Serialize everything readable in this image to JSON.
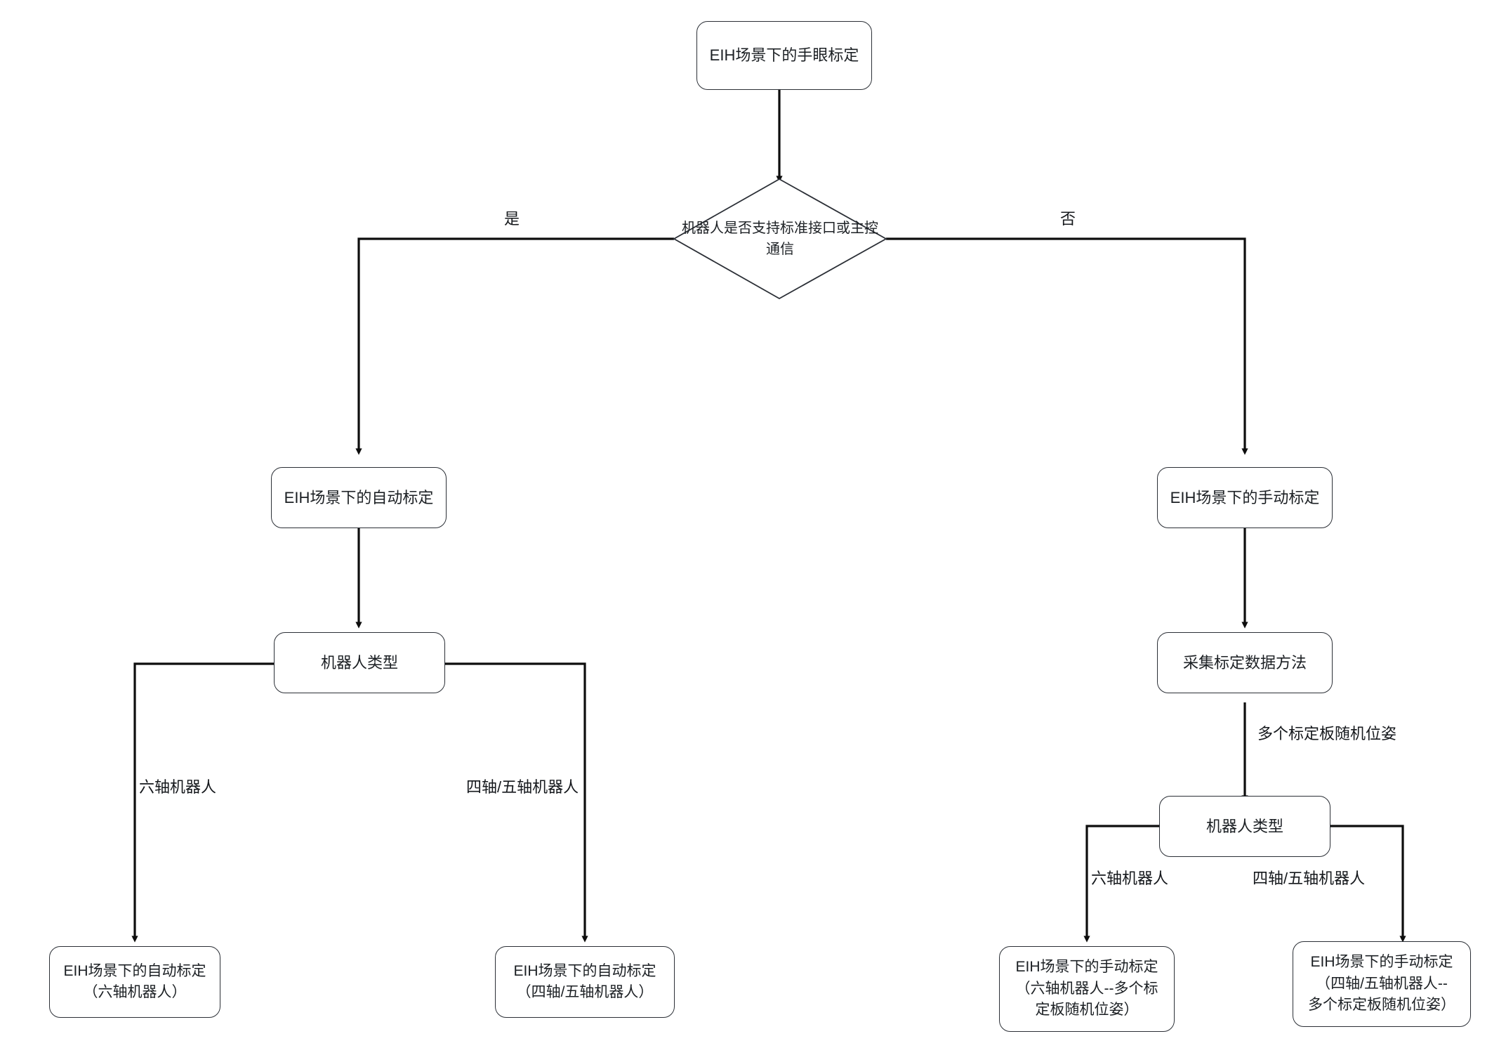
{
  "diagram": {
    "title": "EIH场景下的手眼标定流程图",
    "type": "flowchart",
    "direction": "top-down",
    "colors": {
      "background": "#ffffff",
      "node_stroke": "#2b2f36",
      "edge_stroke": "#0d0d0d",
      "text": "#1c2024"
    }
  },
  "nodes": {
    "start": {
      "id": "start",
      "shape": "rounded-rectangle",
      "label": "EIH场景下的手眼标定"
    },
    "decision": {
      "id": "decision",
      "shape": "diamond",
      "label": "机器人是否支持标准接口或主控\n通信"
    },
    "auto_calib": {
      "id": "auto_calib",
      "shape": "rounded-rectangle",
      "label": "EIH场景下的自动标定"
    },
    "manual_calib": {
      "id": "manual_calib",
      "shape": "rounded-rectangle",
      "label": "EIH场景下的手动标定"
    },
    "robot_type_auto": {
      "id": "robot_type_auto",
      "shape": "rounded-rectangle",
      "label": "机器人类型"
    },
    "collect_method": {
      "id": "collect_method",
      "shape": "rounded-rectangle",
      "label": "采集标定数据方法"
    },
    "robot_type_manual": {
      "id": "robot_type_manual",
      "shape": "rounded-rectangle",
      "label": "机器人类型"
    },
    "auto_six_axis": {
      "id": "auto_six_axis",
      "shape": "rounded-rectangle",
      "label": "EIH场景下的自动标定\n（六轴机器人）"
    },
    "auto_four_five_axis": {
      "id": "auto_four_five_axis",
      "shape": "rounded-rectangle",
      "label": "EIH场景下的自动标定\n（四轴/五轴机器人）"
    },
    "manual_six_axis": {
      "id": "manual_six_axis",
      "shape": "rounded-rectangle",
      "label": "EIH场景下的手动标定\n（六轴机器人--多个标\n定板随机位姿）"
    },
    "manual_four_five_axis": {
      "id": "manual_four_five_axis",
      "shape": "rounded-rectangle",
      "label": "EIH场景下的手动标定\n（四轴/五轴机器人--\n多个标定板随机位姿）"
    }
  },
  "edge_labels": {
    "yes": "是",
    "no": "否",
    "multi_board_random_pose": "多个标定板随机位姿",
    "six_axis_left": "六轴机器人",
    "four_five_axis_left": "四轴/五轴机器人",
    "six_axis_right": "六轴机器人",
    "four_five_axis_right": "四轴/五轴机器人"
  },
  "edges": [
    {
      "from": "start",
      "to": "decision",
      "label": ""
    },
    {
      "from": "decision",
      "to": "auto_calib",
      "label": "是"
    },
    {
      "from": "decision",
      "to": "manual_calib",
      "label": "否"
    },
    {
      "from": "auto_calib",
      "to": "robot_type_auto",
      "label": ""
    },
    {
      "from": "robot_type_auto",
      "to": "auto_six_axis",
      "label": "六轴机器人"
    },
    {
      "from": "robot_type_auto",
      "to": "auto_four_five_axis",
      "label": "四轴/五轴机器人"
    },
    {
      "from": "manual_calib",
      "to": "collect_method",
      "label": ""
    },
    {
      "from": "collect_method",
      "to": "robot_type_manual",
      "label": "多个标定板随机位姿"
    },
    {
      "from": "robot_type_manual",
      "to": "manual_six_axis",
      "label": "六轴机器人"
    },
    {
      "from": "robot_type_manual",
      "to": "manual_four_five_axis",
      "label": "四轴/五轴机器人"
    }
  ]
}
